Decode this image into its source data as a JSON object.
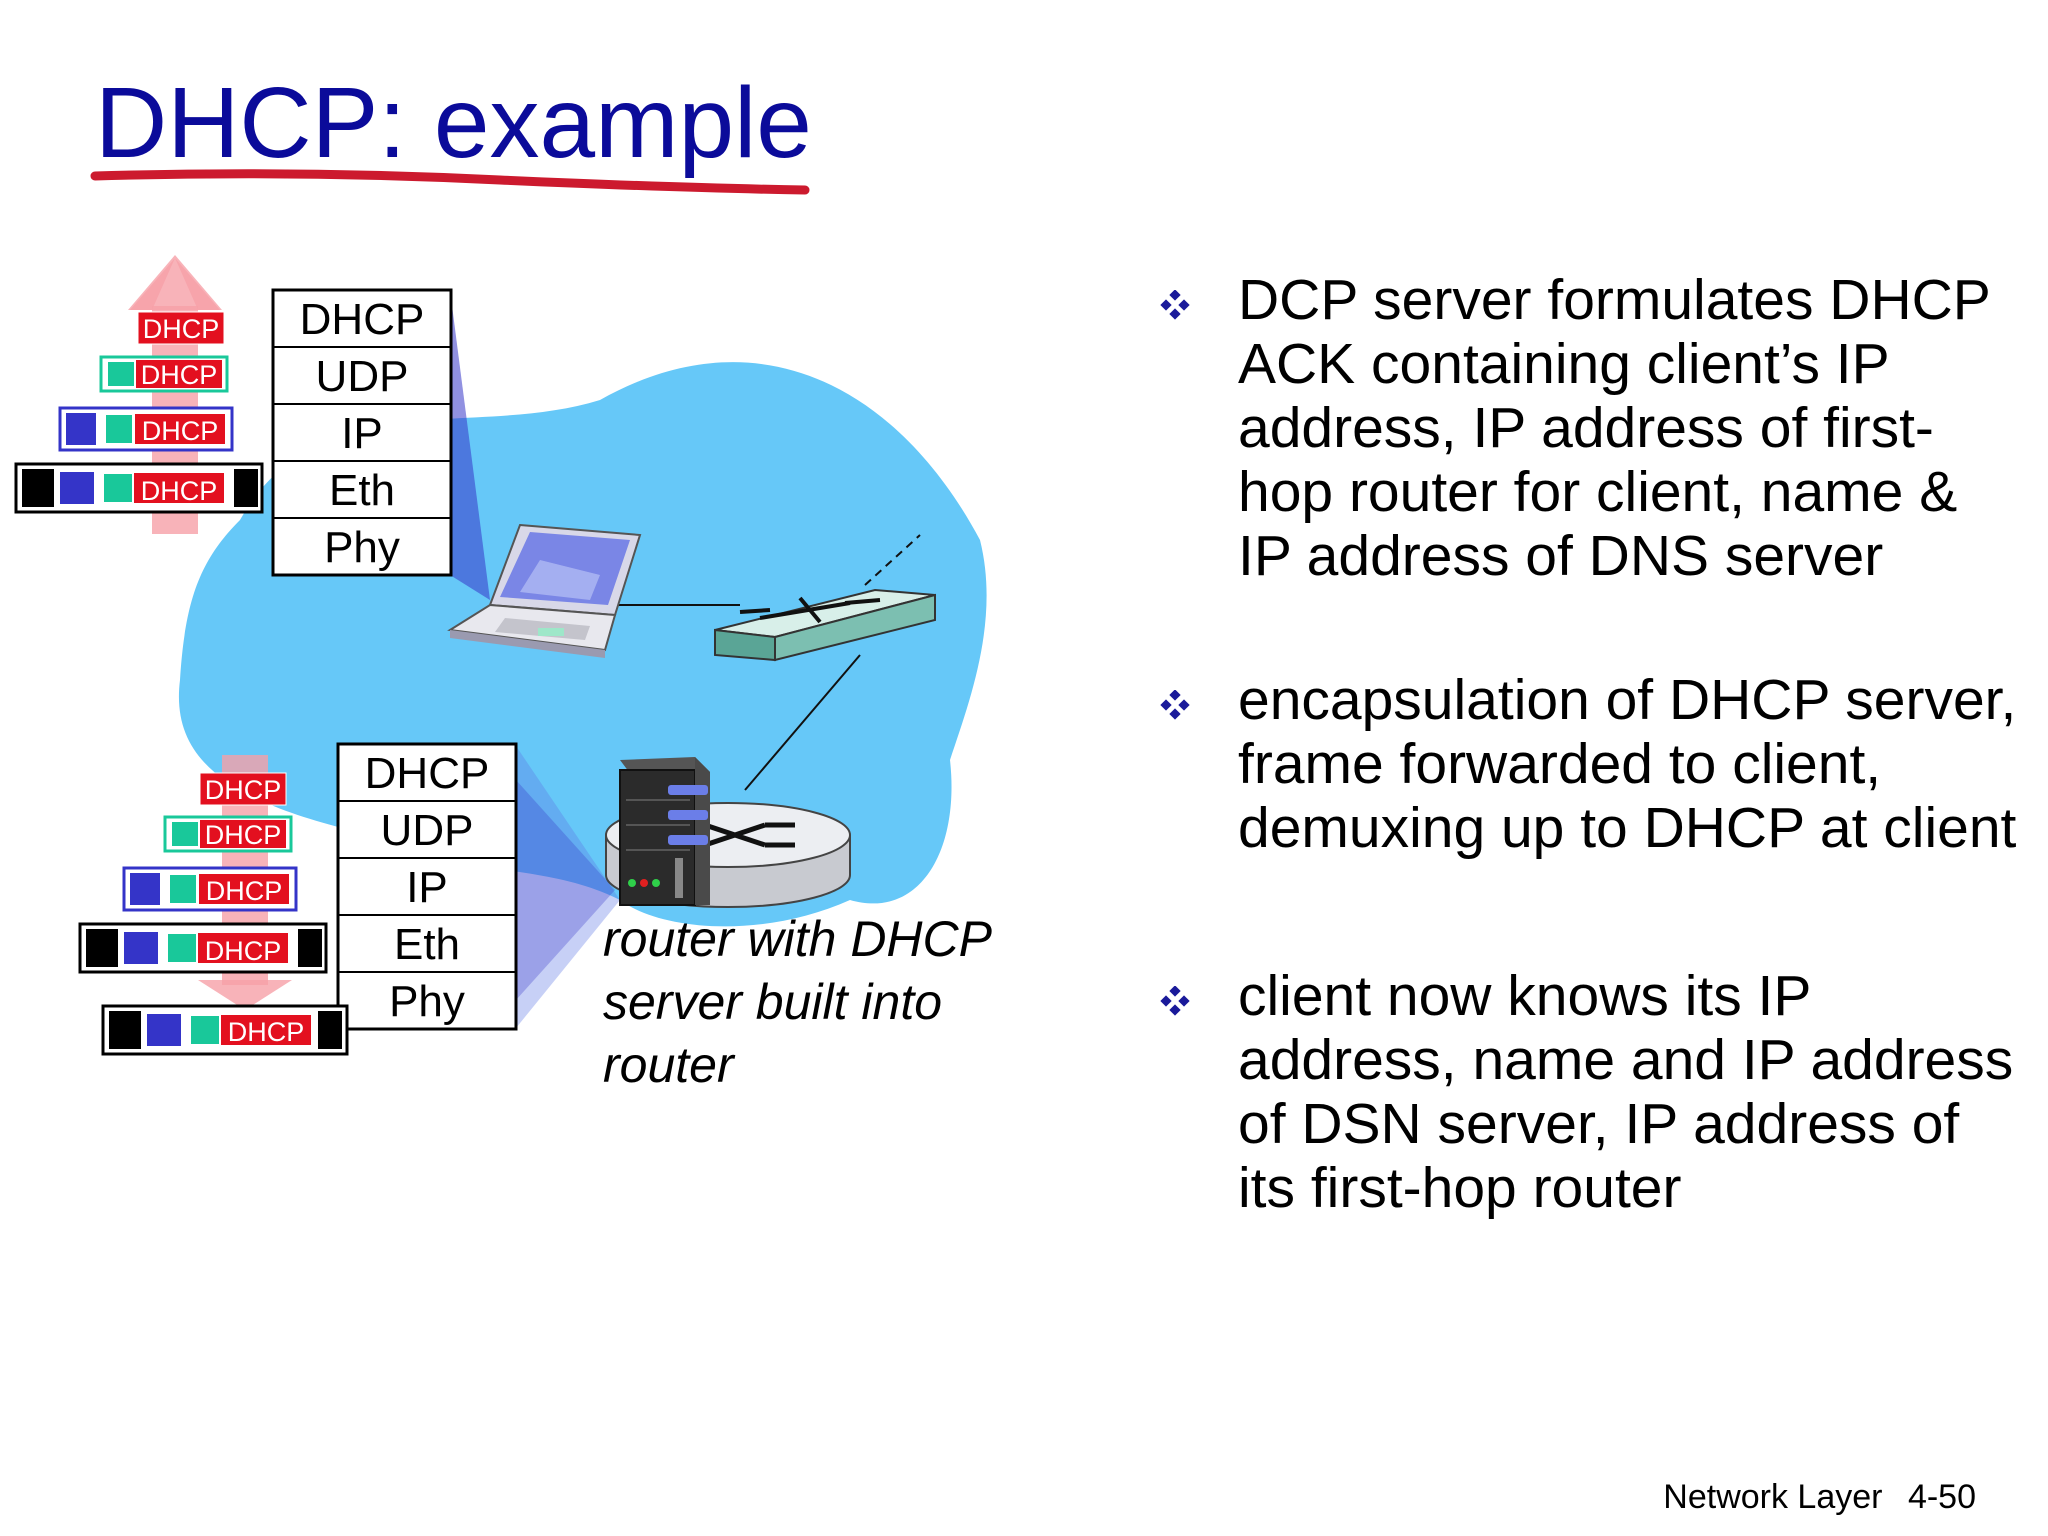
{
  "slide": {
    "title": "DHCP: example",
    "footer_section": "Network Layer",
    "footer_page": "4-50"
  },
  "client_stack": {
    "layers": [
      "DHCP",
      "UDP",
      "IP",
      "Eth",
      "Phy"
    ]
  },
  "server_stack": {
    "layers": [
      "DHCP",
      "UDP",
      "IP",
      "Eth",
      "Phy"
    ]
  },
  "packet_label": "DHCP",
  "router_caption": [
    "router with DHCP",
    "server built into",
    "router"
  ],
  "bullets": [
    "DCP server formulates DHCP ACK containing client’s IP address, IP address of first-hop router for client, name & IP address of DNS server",
    "encapsulation of DHCP server, frame forwarded to client, demuxing up to DHCP at client",
    "client now knows its IP address, name and IP address of DSN server, IP address of its first-hop router"
  ],
  "colors": {
    "title": "#0b0b9a",
    "title_underline": "#cc1a2e",
    "network_cloud": "#66c8f8",
    "bullet_icon": "#1a1a9a",
    "dhcp_box": "#e3101f",
    "udp_box": "#19c89a",
    "ip_box": "#3434c8",
    "eth_box": "#000000"
  },
  "icons": {
    "bullet": "diamond-cluster-icon",
    "client": "laptop-icon",
    "switch": "ethernet-switch-icon",
    "server": "server-tower-icon",
    "router": "router-icon"
  }
}
